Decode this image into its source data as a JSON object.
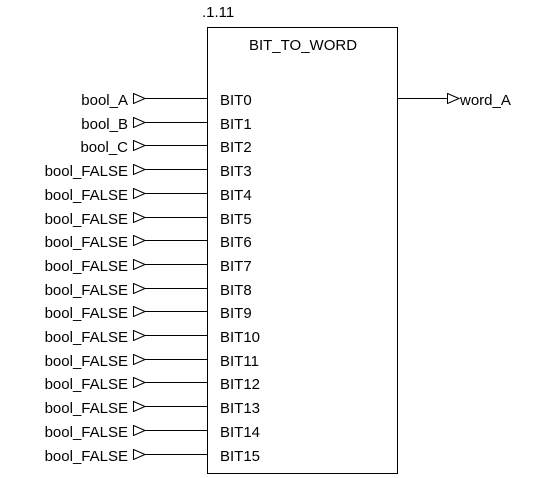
{
  "block": {
    "instance": ".1.11",
    "type": "BIT_TO_WORD"
  },
  "inputs": [
    {
      "var": "bool_A",
      "pin": "BIT0"
    },
    {
      "var": "bool_B",
      "pin": "BIT1"
    },
    {
      "var": "bool_C",
      "pin": "BIT2"
    },
    {
      "var": "bool_FALSE",
      "pin": "BIT3"
    },
    {
      "var": "bool_FALSE",
      "pin": "BIT4"
    },
    {
      "var": "bool_FALSE",
      "pin": "BIT5"
    },
    {
      "var": "bool_FALSE",
      "pin": "BIT6"
    },
    {
      "var": "bool_FALSE",
      "pin": "BIT7"
    },
    {
      "var": "bool_FALSE",
      "pin": "BIT8"
    },
    {
      "var": "bool_FALSE",
      "pin": "BIT9"
    },
    {
      "var": "bool_FALSE",
      "pin": "BIT10"
    },
    {
      "var": "bool_FALSE",
      "pin": "BIT11"
    },
    {
      "var": "bool_FALSE",
      "pin": "BIT12"
    },
    {
      "var": "bool_FALSE",
      "pin": "BIT13"
    },
    {
      "var": "bool_FALSE",
      "pin": "BIT14"
    },
    {
      "var": "bool_FALSE",
      "pin": "BIT15"
    }
  ],
  "output": {
    "var": "word_A"
  },
  "colors": {
    "line": "#000000",
    "background": "#ffffff"
  }
}
